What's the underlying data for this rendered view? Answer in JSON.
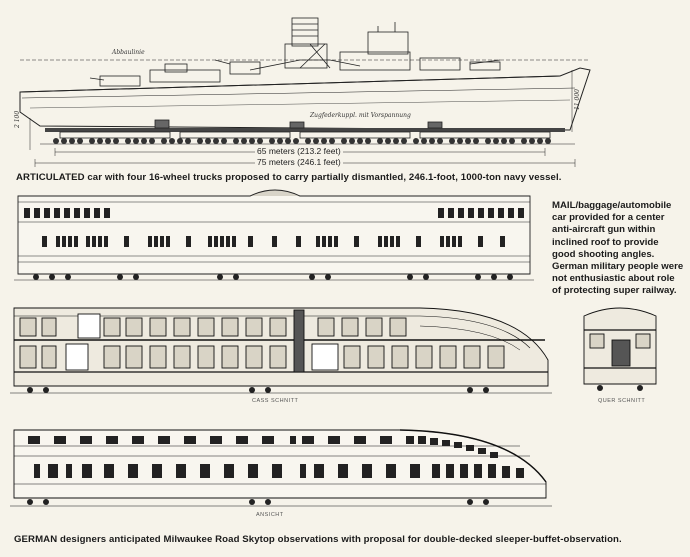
{
  "ship_diagram": {
    "waterline_label": "Abbaulinie",
    "coupling_label": "Zugfederkuppl. mit Vorspannung",
    "side_dim_left": "2 100",
    "side_dim_right": "11 000",
    "length_65": "65 meters",
    "length_65_feet": "(213.2 feet)",
    "length_75": "75 meters",
    "length_75_feet": "(246.1 feet)",
    "caption": "ARTICULATED car with four 16-wheel trucks proposed to carry partially dismantled, 246.1-foot, 1000-ton navy vessel."
  },
  "mail_car": {
    "note": "MAIL/baggage/automobile car provided for a center anti-aircraft gun within inclined roof to provide good shooting angles. German military people were not enthusiastic about role of protecting super railway."
  },
  "observation_car": {
    "side_section_label": "CASS SCHNITT",
    "end_section_label": "QUER SCHNITT",
    "elevation_label": "ANSICHT"
  },
  "footer": {
    "caption": "GERMAN designers anticipated Milwaukee Road Skytop observations with proposal for double-decked sleeper-buffet-observation."
  }
}
